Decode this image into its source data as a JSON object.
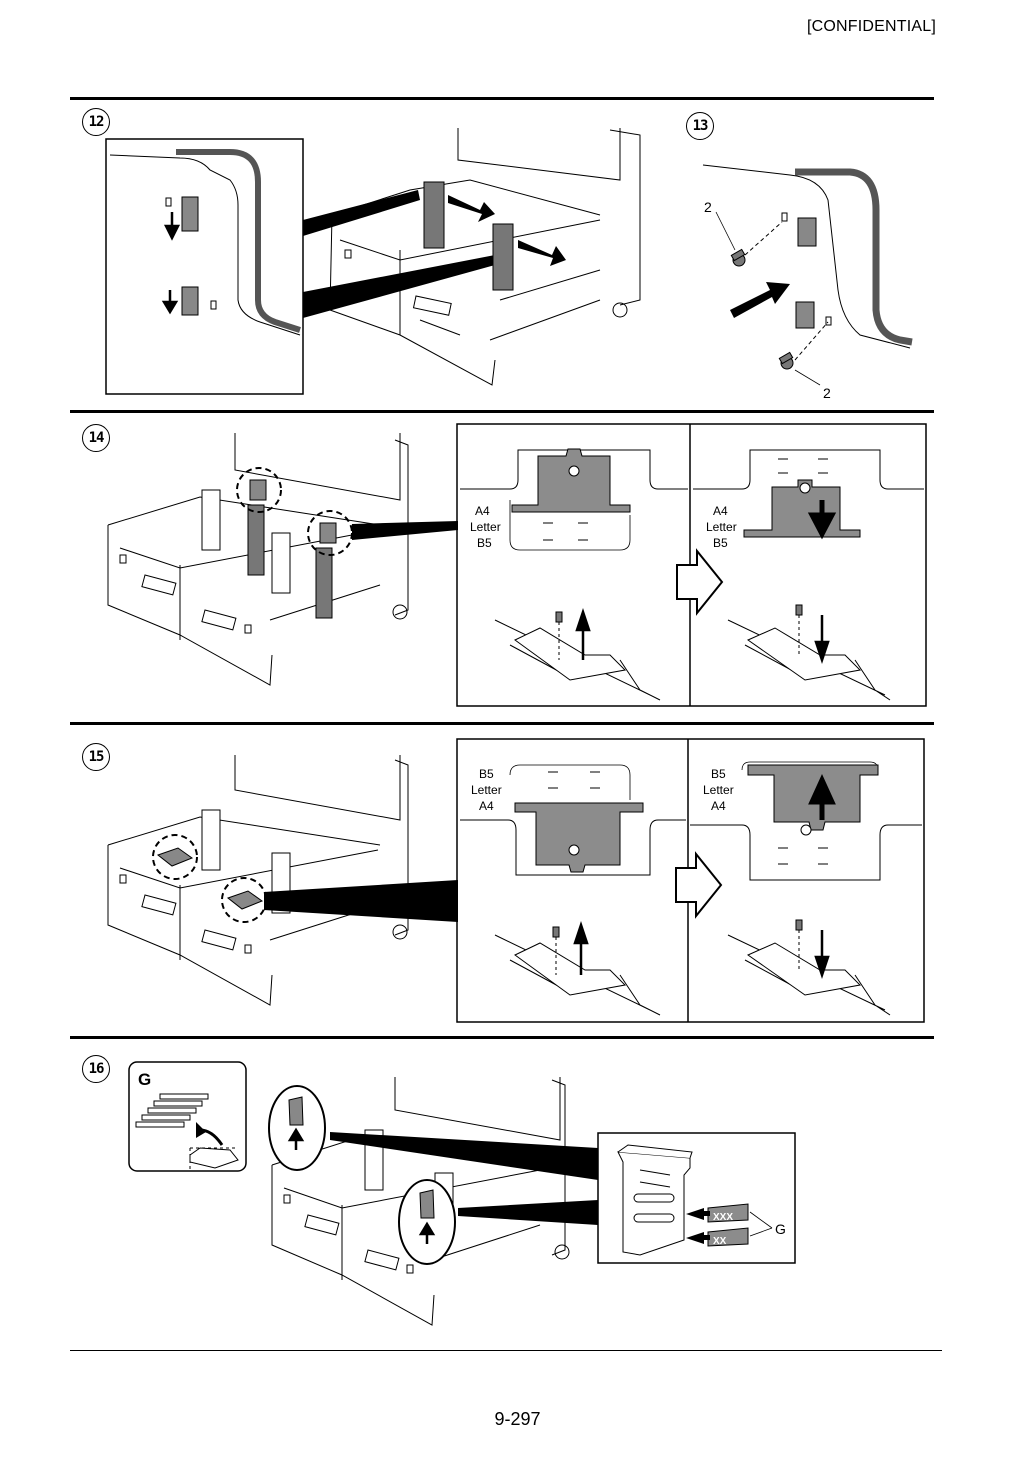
{
  "header": {
    "confidential": "[CONFIDENTIAL]"
  },
  "steps": [
    {
      "number": "12"
    },
    {
      "number": "13",
      "callouts": [
        "2",
        "2"
      ]
    },
    {
      "number": "14",
      "before": {
        "sizes": [
          "A4",
          "Letter",
          "B5"
        ]
      },
      "after": {
        "sizes": [
          "A4",
          "Letter",
          "B5"
        ]
      }
    },
    {
      "number": "15",
      "before": {
        "sizes": [
          "B5",
          "Letter",
          "A4"
        ]
      },
      "after": {
        "sizes": [
          "B5",
          "Letter",
          "A4"
        ]
      }
    },
    {
      "number": "16",
      "kit_label": "G",
      "callout": "G",
      "labels": [
        "XXX",
        "XX"
      ]
    }
  ],
  "footer": {
    "page_number": "9-297"
  }
}
